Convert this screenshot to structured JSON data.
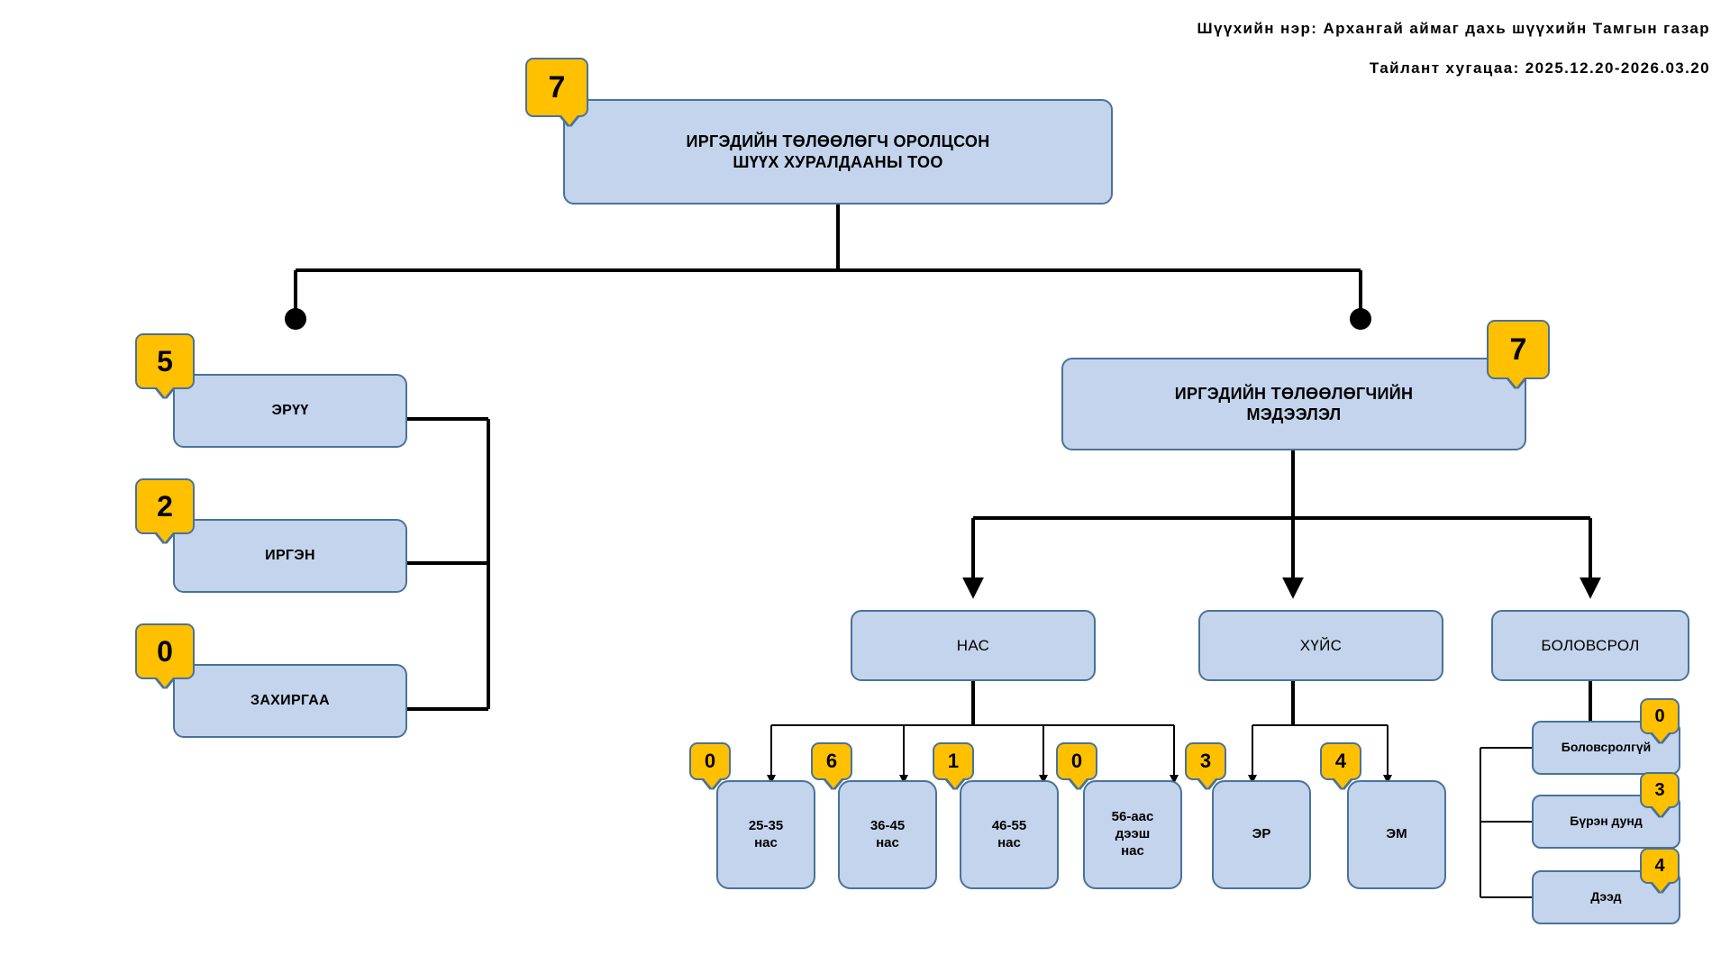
{
  "header": {
    "court_name_line": "Шүүхийн нэр: Архангай аймаг дахь шүүхийн Тамгын газар",
    "period_line": "Тайлант хугацаа: 2025.12.20-2026.03.20"
  },
  "colors": {
    "node_fill": "#c3d4ec",
    "node_border": "#4a7299",
    "badge_fill": "#ffc000",
    "badge_border": "#4a7299",
    "connector": "#000000",
    "text": "#000000"
  },
  "root": {
    "label": "ИРГЭДИЙН ТӨЛӨӨЛӨГЧ ОРОЛЦСОН ШҮҮХ ХУРАЛДААНЫ ТОО",
    "label_line1": "ИРГЭДИЙН ТӨЛӨӨЛӨГЧ ОРОЛЦСОН",
    "label_line2": "ШҮҮХ ХУРАЛДААНЫ ТОО",
    "count": "7"
  },
  "case_types": [
    {
      "label": "ЭРҮҮ",
      "count": "5"
    },
    {
      "label": "ИРГЭН",
      "count": "2"
    },
    {
      "label": "ЗАХИРГАА",
      "count": "0"
    }
  ],
  "representative_info": {
    "label_line1": "ИРГЭДИЙН ТӨЛӨӨЛӨГЧИЙН",
    "label_line2": "МЭДЭЭЛЭЛ",
    "count": "7"
  },
  "categories": {
    "age": {
      "label": "НАС"
    },
    "gender": {
      "label": "ХҮЙС"
    },
    "education": {
      "label": "БОЛОВСРОЛ"
    }
  },
  "age_groups": [
    {
      "label_line1": "25-35",
      "label_line2": "нас",
      "count": "0"
    },
    {
      "label_line1": "36-45",
      "label_line2": "нас",
      "count": "6"
    },
    {
      "label_line1": "46-55",
      "label_line2": "нас",
      "count": "1"
    },
    {
      "label_line1": "56-аас",
      "label_line2": "дээш",
      "label_line3": "нас",
      "count": "0"
    }
  ],
  "genders": [
    {
      "label": "ЭР",
      "count": "3"
    },
    {
      "label": "ЭМ",
      "count": "4"
    }
  ],
  "education_levels": [
    {
      "label": "Боловсролгүй",
      "count": "0"
    },
    {
      "label": "Бүрэн дунд",
      "count": "3"
    },
    {
      "label": "Дээд",
      "count": "4"
    }
  ],
  "chart_data": {
    "type": "diagram",
    "title": "ИРГЭДИЙН ТӨЛӨӨЛӨГЧ ОРОЛЦСОН ШҮҮХ ХУРАЛДААНЫ ТОО",
    "total": 7,
    "breakdowns": {
      "case_type": {
        "ЭРҮҮ": 5,
        "ИРГЭН": 2,
        "ЗАХИРГАА": 0
      },
      "age": {
        "25-35 нас": 0,
        "36-45 нас": 6,
        "46-55 нас": 1,
        "56-аас дээш нас": 0
      },
      "gender": {
        "ЭР": 3,
        "ЭМ": 4
      },
      "education": {
        "Боловсролгүй": 0,
        "Бүрэн дунд": 3,
        "Дээд": 4
      }
    }
  }
}
